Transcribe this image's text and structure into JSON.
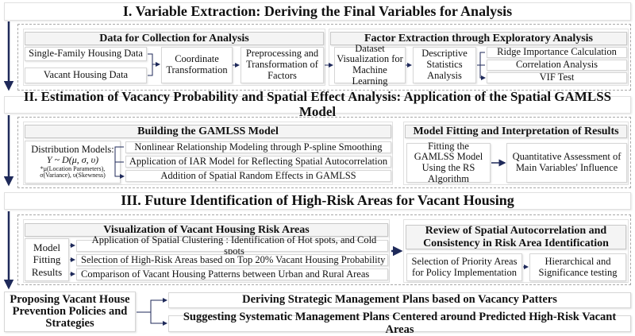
{
  "section1": {
    "title": "I.  Variable Extraction: Deriving the Final Variables for Analysis",
    "collection": {
      "header": "Data for Collection for Analysis",
      "single_family": "Single-Family Housing Data",
      "vacant": "Vacant Housing Data",
      "coordinate": "Coordinate Transformation",
      "preprocessing": "Preprocessing and Transformation of Factors"
    },
    "factor": {
      "header": "Factor Extraction through Exploratory Analysis",
      "dataset": "Dataset Visualization for Machine Learning",
      "descriptive": "Descriptive Statistics Analysis",
      "ridge": "Ridge Importance Calculation",
      "correlation": "Correlation Analysis",
      "vif": "VIF Test"
    }
  },
  "section2": {
    "title": "II.  Estimation of Vacancy Probability and Spatial Effect Analysis: Application of the Spatial GAMLSS Model",
    "building": {
      "header": "Building the GAMLSS Model",
      "dist_label": "Distribution Models:",
      "dist_formula": "Y ~ D(μ, σ, υ)",
      "dist_note1": "*μ(Location Parameters),",
      "dist_note2": "σ(Variance), υ(Skewness)",
      "items": [
        "Nonlinear Relationship Modeling through P-spline Smoothing",
        "Application of IAR Model for Reflecting Spatial Autocorrelation",
        "Addition of Spatial Random Effects in GAMLSS"
      ]
    },
    "fitting": {
      "header": "Model Fitting and Interpretation of Results",
      "rs": "Fitting the GAMLSS Model Using the RS Algorithm",
      "quantitative": "Quantitative Assessment of Main Variables' Influence"
    }
  },
  "section3": {
    "title": "III.  Future Identification of High-Risk Areas for Vacant Housing",
    "visualization": {
      "header": "Visualization of Vacant Housing Risk Areas",
      "results_label": "Model Fitting Results",
      "items": [
        "Application of Spatial Clustering : Identification of Hot spots, and Cold spots",
        "Selection of High-Risk Areas based on Top 20% Vacant Housing Probability",
        "Comparison of Vacant Housing Patterns between Urban and Rural Areas"
      ]
    },
    "review": {
      "header": "Review of Spatial Autocorrelation and Consistency in Risk Area Identification",
      "priority": "Selection of Priority Areas for Policy Implementation",
      "hierarchical": "Hierarchical and Significance testing"
    }
  },
  "final": {
    "proposing": "Proposing Vacant House Prevention Policies and Strategies",
    "deriving": "Deriving Strategic Management Plans based on Vacancy Patters",
    "suggesting": "Suggesting Systematic Management Plans Centered around Predicted High-Risk Vacant Areas"
  },
  "colors": {
    "arrow": "#1f2a5a",
    "border": "#d6d6d6",
    "header_bg": "#f4f4f4"
  }
}
